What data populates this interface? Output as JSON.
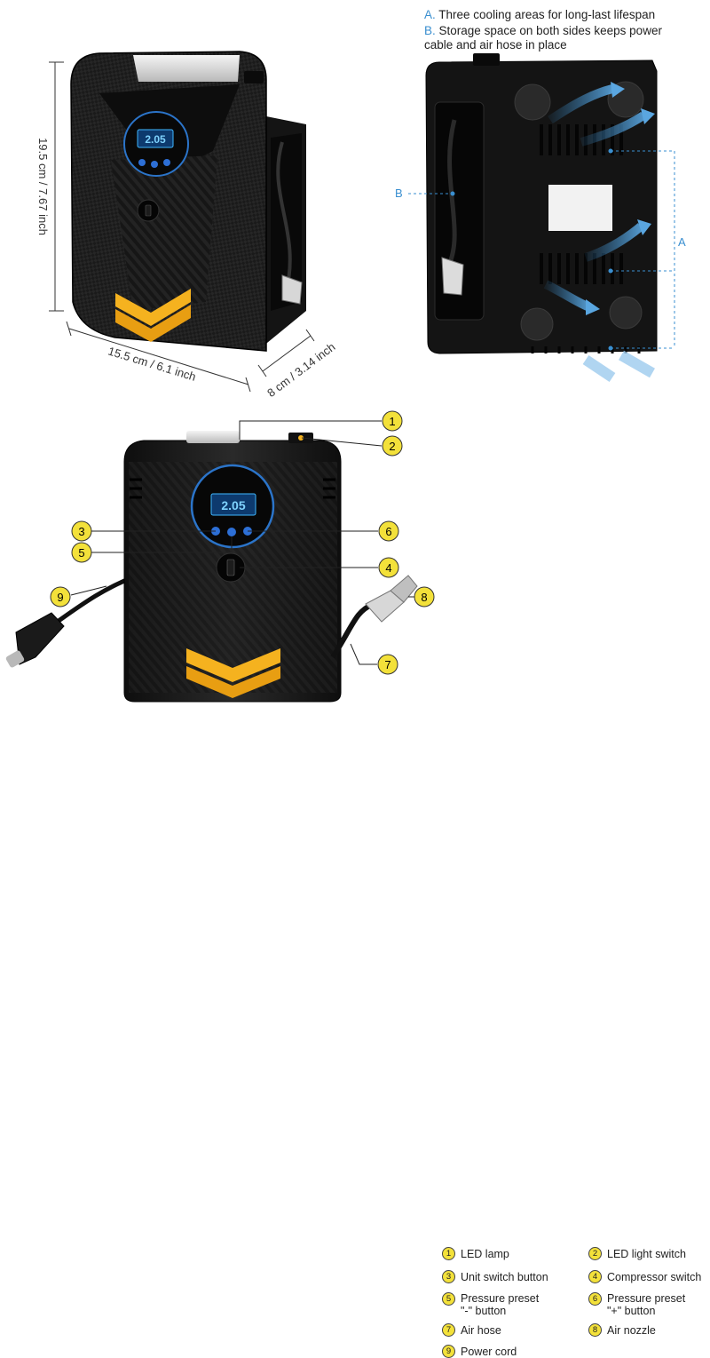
{
  "notes": {
    "a_letter": "A.",
    "a_text": "Three cooling areas for long-last lifespan",
    "b_letter": "B.",
    "b_text_line1": "Storage space on both sides keeps power",
    "b_text_line2": "cable and air hose in place"
  },
  "dimensions": {
    "height": "19.5 cm / 7.67 inch",
    "width": "15.5 cm / 6.1 inch",
    "depth": "8 cm / 3.14 inch"
  },
  "display_reading": "2.05",
  "back_labels": {
    "a": "A",
    "b": "B"
  },
  "callout_numbers": [
    "1",
    "2",
    "3",
    "4",
    "5",
    "6",
    "7",
    "8",
    "9"
  ],
  "legend": [
    {
      "num": "1",
      "label": "LED lamp"
    },
    {
      "num": "2",
      "label": "LED light switch"
    },
    {
      "num": "3",
      "label": "Unit switch button"
    },
    {
      "num": "4",
      "label": "Compressor switch"
    },
    {
      "num": "5",
      "label_line1": "Pressure preset",
      "label_line2": "\"-\" button"
    },
    {
      "num": "6",
      "label_line1": "Pressure preset",
      "label_line2": "\"+\" button"
    },
    {
      "num": "7",
      "label": "Air hose"
    },
    {
      "num": "8",
      "label": "Air nozzle"
    },
    {
      "num": "9",
      "label": "Power cord"
    }
  ],
  "colors": {
    "body": "#1b1b1b",
    "accent_yellow": "#f5b21f",
    "callout_yellow": "#f3e13a",
    "cooling_blue": "#3a8fd0",
    "lcd": "#3fb7ff"
  }
}
